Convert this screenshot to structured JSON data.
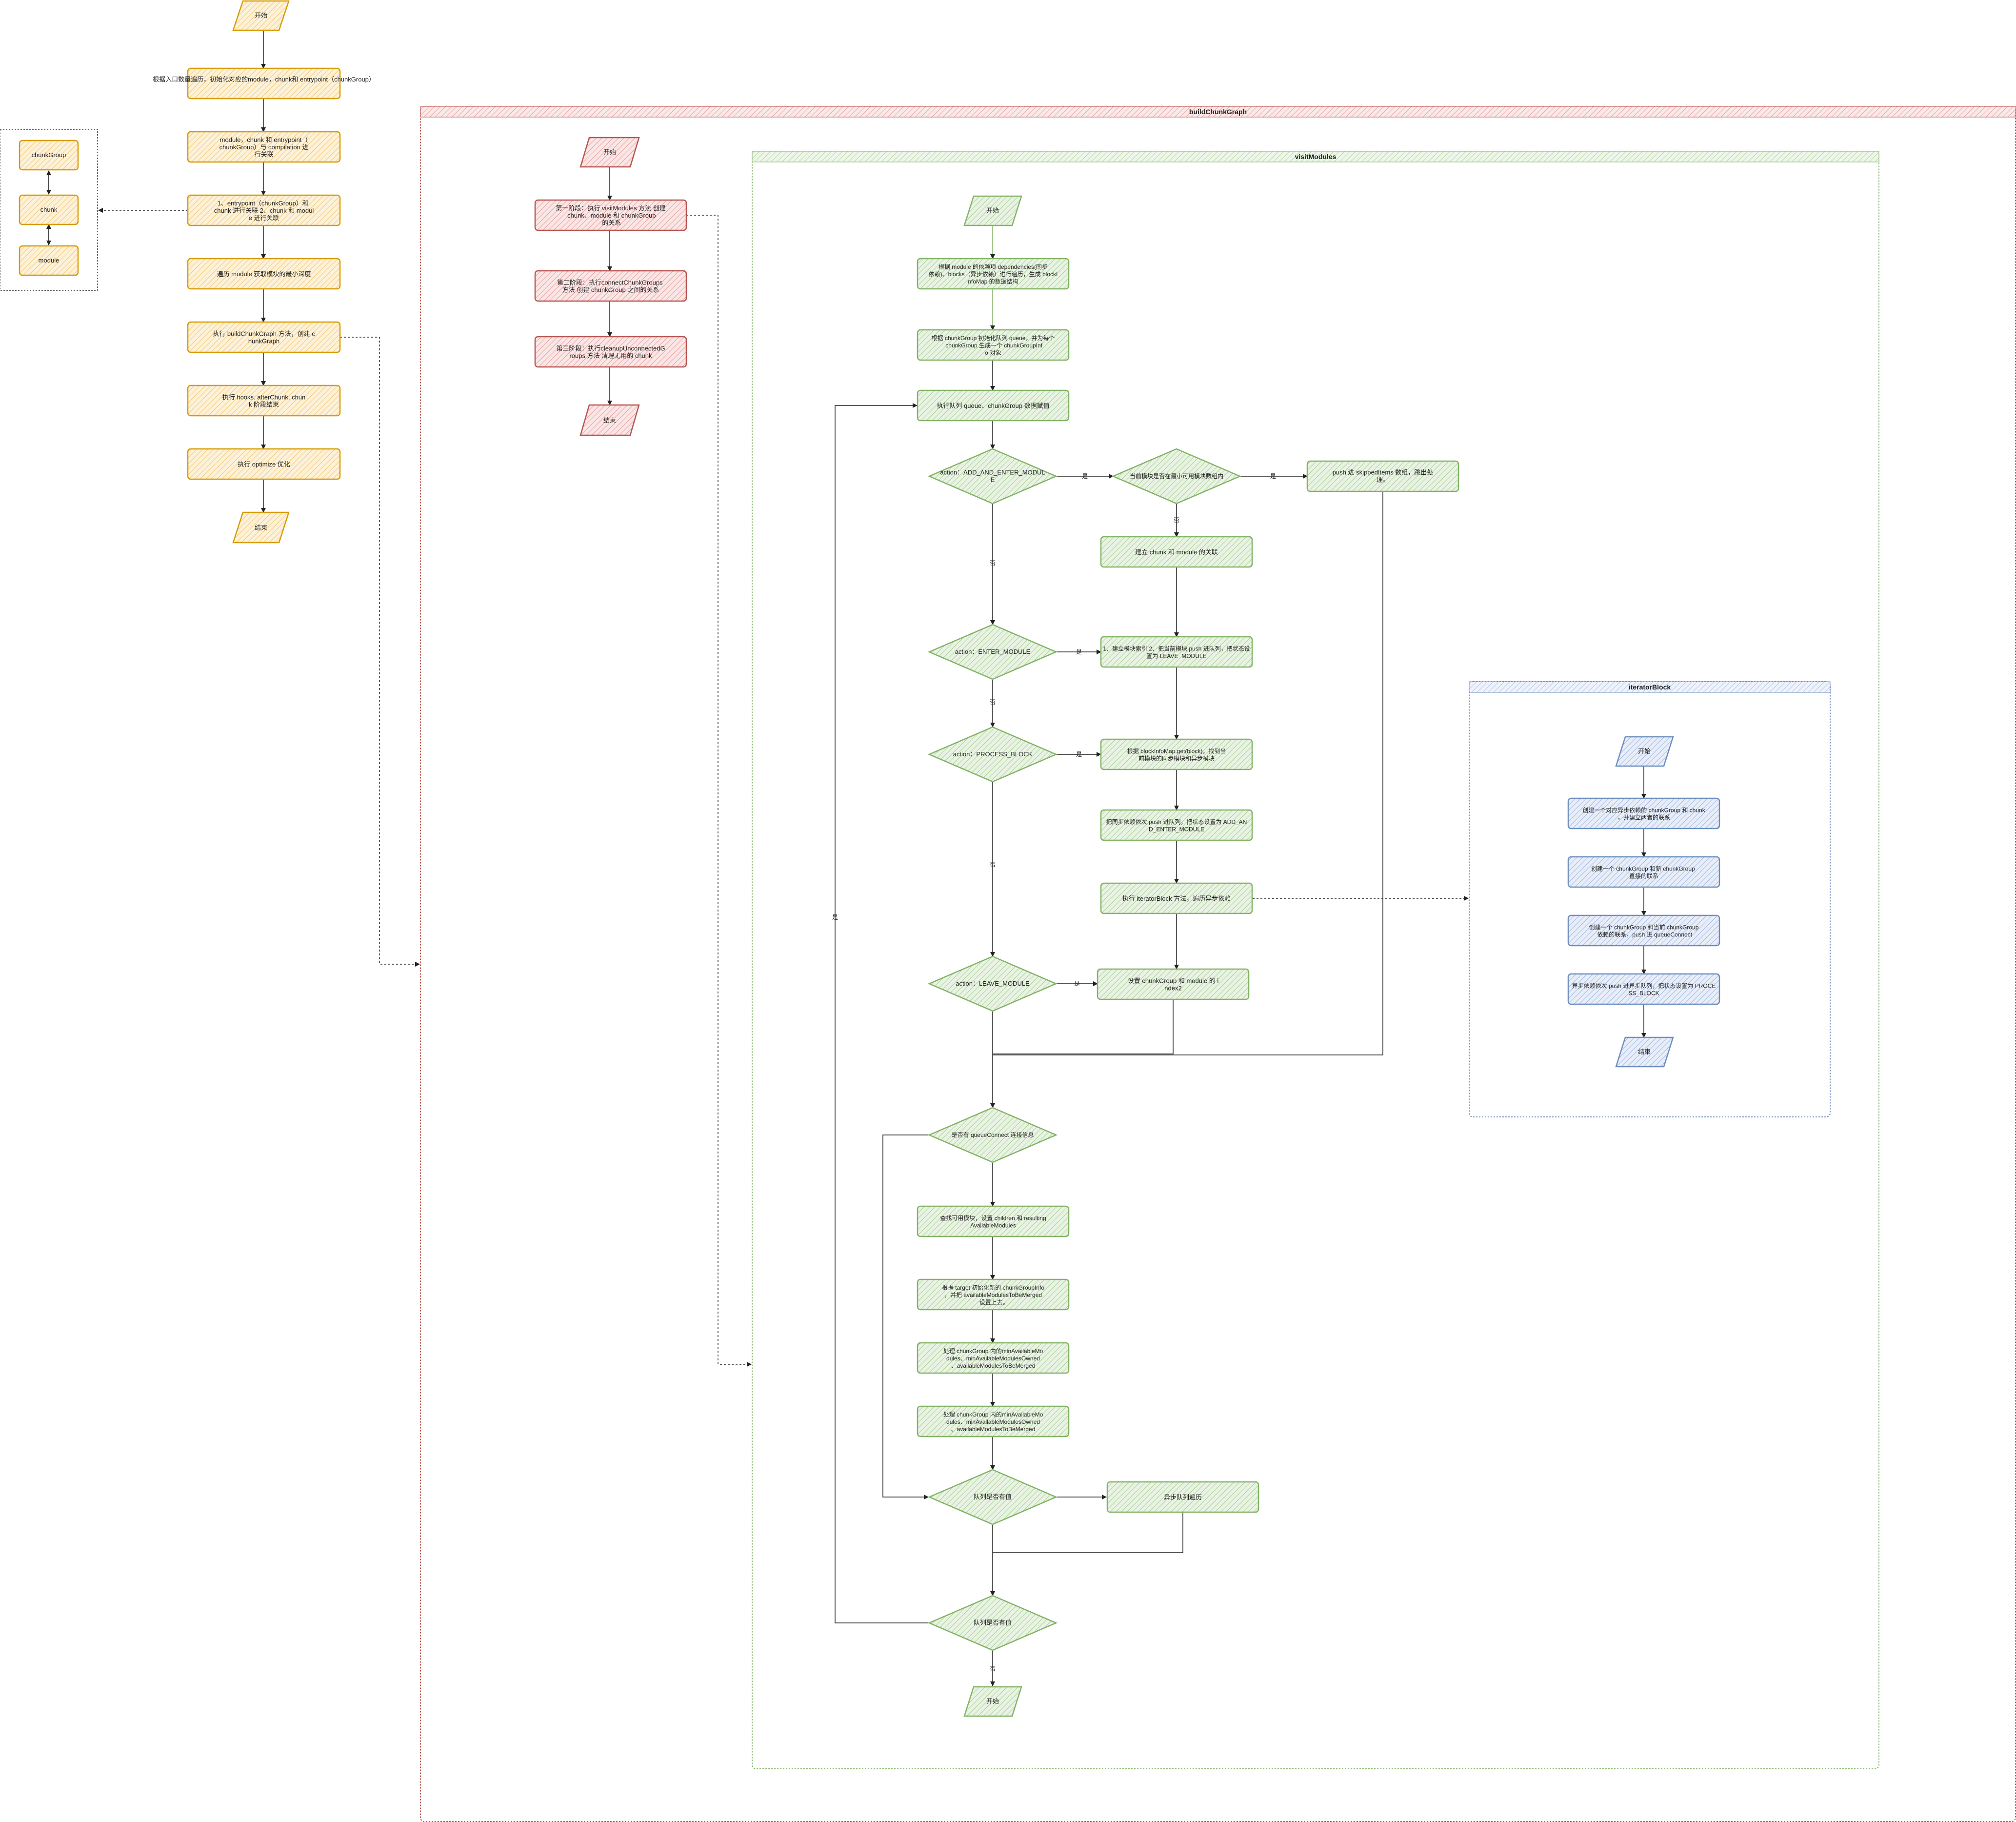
{
  "colors": {
    "orange_fill": "#fde9c4",
    "orange_stroke": "#d79b00",
    "red_fill": "#f6d6d6",
    "red_stroke": "#b85450",
    "green_fill": "#dbe9d3",
    "green_stroke": "#82b366",
    "blue_fill": "#dae3f5",
    "blue_stroke": "#6c8ebf",
    "edge": "#222222"
  },
  "main_flow": {
    "start": "开始",
    "step1": "根据入口数量遍历，初始化对应的module，chunk和 entrypoint（chunkGroup）",
    "step2": "module，chunk 和 entrypoint（chunkGroup）与 compilation 进行关联",
    "step3": "1、entrypoint（chunkGroup）和 chunk 进行关联 2、chunk 和 module 进行关联",
    "step4": "遍历 module 获取模块的最小深度",
    "step5": "执行 buildChunkGraph 方法，创建 chunkGraph",
    "step6": "执行 hooks. afterChunk, chunk 阶段结束",
    "step7": "执行 optimize 优化",
    "end": "结束"
  },
  "relation_box": {
    "chunkgroup": "chunkGroup",
    "chunk": "chunk",
    "module": "module"
  },
  "build_chunk_graph": {
    "title": "buildChunkGraph",
    "start": "开始",
    "phase1": "第一阶段：执行 visitModules 方法 创建 chunk、module 和 chunkGroup 的关系",
    "phase2": "第二阶段：执行connectChunkGroups 方法 创建 chunkGroup 之间的关系",
    "phase3": "第三阶段：执行cleanupUnconnectedGroups 方法 清理无用的 chunk",
    "end": "结束"
  },
  "visit_modules": {
    "title": "visitModules",
    "start": "开始",
    "n1": "根据 module 的依赖项 dependencies(同步依赖)、blocks（异步依赖）进行遍历，生成 blockInfoMap 的数据结构",
    "n2": "根据 chunkGroup 初始化队列 queue，并为每个 chunkGroup 生成一个 chunkGroupInfo 对象",
    "n3": "执行队列 queue、chunkGroup 数据赋值",
    "d1": "action：ADD_AND_ENTER_MODULE",
    "d1b": "当前模块是否在最小可用模块数组内",
    "n_skip": "push 进 skippedItems 数组，跳出处理。",
    "n_link": "建立 chunk 和 module 的关联",
    "d2": "action：ENTER_MODULE",
    "n_enter": "1、建立模块索引 2、把当前模块 push 进队列，把状态设置为 LEAVE_MODULE",
    "d3": "action：PROCESS_BLOCK",
    "n_block": "根据 blockInfoMap.get(block)，找到当前模块的同步模块和异步模块",
    "n_sync": "把同步依赖依次 push 进队列，把状态设置为 ADD_AND_ENTER_MODULE",
    "n_iter": "执行 iteratorBlock 方法，遍历异步依赖",
    "d4": "action：LEAVE_MODULE",
    "n_leave": "设置 chunkGroup 和 module 的 index2",
    "d5": "是否有 queueConnect 连接信息",
    "n_q1": "查找可用模块，设置 children 和 resultingAvailableModules",
    "n_q2": "根据 target 初始化新的 chunkGroupInfo，并把 availableModulesToBeMerged 设置上去。",
    "n_q3": "处理 chunkGroup 内的minAvailableModules、minAvailableModulesOwned、availableModulesToBeMerged",
    "n_q4": "处理 chunkGroup 内的minAvailableModules、minAvailableModulesOwned、availableModulesToBeMerged",
    "d6": "队列是否有值",
    "n_async": "异步队列遍历",
    "d7": "队列是否有值",
    "end": "开始",
    "yes": "是",
    "no": "否"
  },
  "iterator_block": {
    "title": "iteratorBlock",
    "start": "开始",
    "b1": "创建一个对应异步依赖的 chunkGroup 和 chunk，并建立两者的联系",
    "b2": "创建一个 chunkGroup 和新 chunkGroup 直接的联系",
    "b3": "创建一个 chunkGroup 和当前 chunkGroup 依赖的联系，push 进 queueConnect",
    "b4": "异步依赖依次 push 进异步队列，把状态设置为 PROCESS_BLOCK",
    "end": "结束"
  }
}
